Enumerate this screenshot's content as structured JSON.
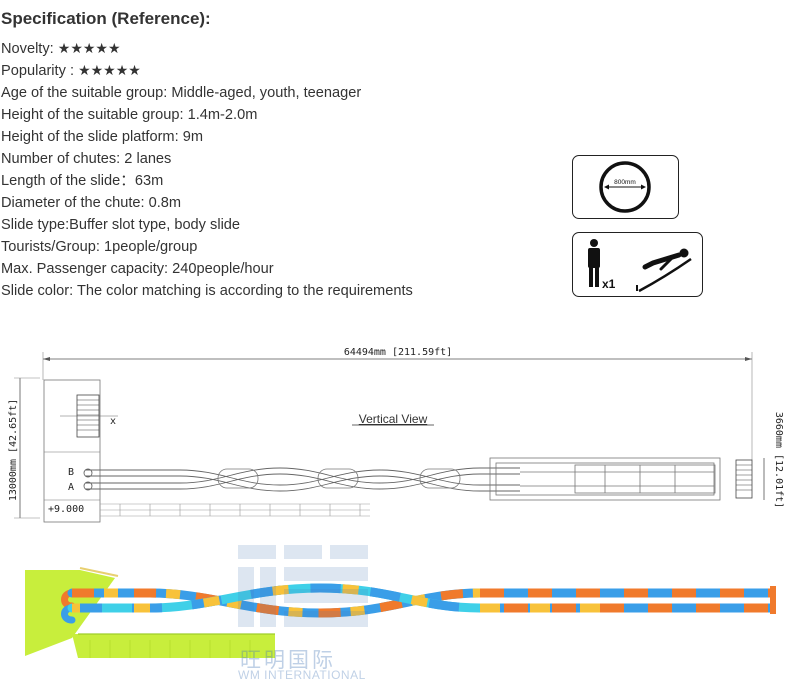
{
  "spec": {
    "title": "Specification (Reference):",
    "items": [
      {
        "label": "Novelty: ",
        "stars": "★★★★★"
      },
      {
        "label": "Popularity : ",
        "stars": "★★★★★"
      },
      {
        "text": "Age of the suitable group: Middle-aged, youth, teenager"
      },
      {
        "text": "Height of the suitable group: 1.4m-2.0m"
      },
      {
        "text": "Height of the slide platform: 9m"
      },
      {
        "text": "Number of chutes: 2 lanes"
      },
      {
        "text": "Length of the slide：63m"
      },
      {
        "text": "Diameter of the chute: 0.8m"
      },
      {
        "text": "Slide type:Buffer slot type, body slide"
      },
      {
        "text": "Tourists/Group: 1people/group"
      },
      {
        "text": "Max. Passenger capacity: 240people/hour"
      },
      {
        "text": "Slide color: The color matching is according to the requirements"
      }
    ]
  },
  "icons": {
    "diameter_label": "800mm",
    "rider_count": "x1"
  },
  "drawing": {
    "total_length": "64494mm [211.59ft]",
    "height": "13000mm [42.65ft]",
    "width_right": "3660mm [12.01ft]",
    "view_label": "Vertical View",
    "lane_b": "B",
    "lane_a": "A",
    "elevation": "+9.000",
    "axis_mark": "x"
  },
  "watermark": {
    "cn": "旺明国际",
    "en": "WM INTERNATIONAL"
  },
  "colors": {
    "blue": "#3a9ee8",
    "orange": "#f07a2c",
    "yellow": "#f8c23a",
    "cyan": "#3fd0e8",
    "platform_green": "#c8ee3c"
  }
}
